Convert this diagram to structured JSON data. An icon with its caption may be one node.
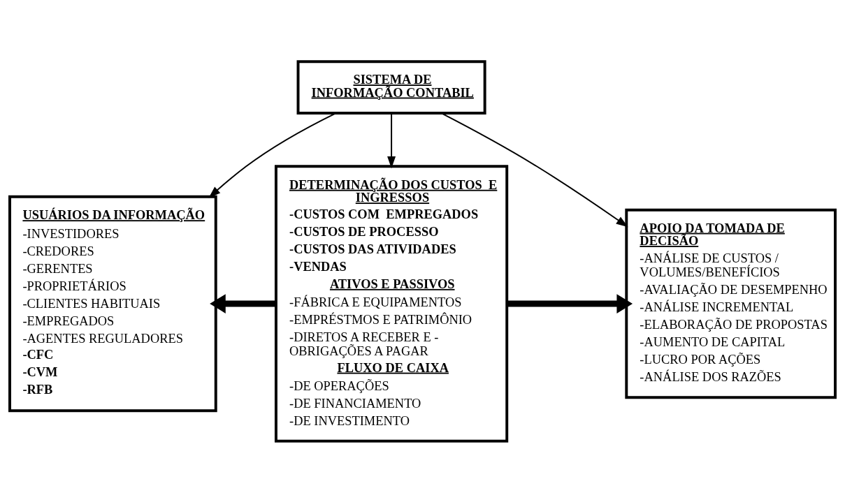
{
  "diagram": {
    "nodes": [
      {
        "text": [
          "SISTEMA DE INFORMAÇÃO CONTABIL"
        ]
      },
      {
        "text": [
          "USUÁRIOS DA INFORMAÇÃO",
          "-INVESTIDORES",
          "-CREDORES",
          "-GERENTES",
          "-PROPRIETÁRIOS",
          "-CLIENTES HABITUAIS",
          "-EMPREGADOS",
          "-AGENTES REGULADORES",
          "-CFC",
          "-CVM",
          "-RFB"
        ]
      },
      {
        "text": [
          "DETERMINAÇÃO DOS CUSTOS  E INGRESSOS",
          "-CUSTOS COM  EMPREGADOS",
          "-CUSTOS DE PROCESSO",
          "-CUSTOS DAS ATIVIDADES",
          "-VENDAS",
          "ATIVOS E PASSIVOS",
          "-FÁBRICA E EQUIPAMENTOS",
          "-EMPRÉSTMOS E PATRIMÔNIO",
          "-DIRETOS A RECEBER E - OBRIGAÇÕES A PAGAR",
          "FLUXO DE CAIXA",
          "-DE OPERAÇÕES",
          "-DE FINANCIAMENTO",
          "-DE INVESTIMENTO"
        ]
      },
      {
        "text": [
          "APOIO DA TOMADA DE DECISÃO",
          "-ANÁLISE DE CUSTOS / VOLUMES/BENEFÍCIOS",
          "-AVALIAÇÃO DE DESEMPENHO",
          "-ANÁLISE INCREMENTAL",
          "-ELABORAÇÃO DE PROPOSTAS",
          "-AUMENTO DE CAPITAL",
          "-LUCRO POR AÇÕES",
          "-ANÁLISE DOS RAZÕES"
        ]
      }
    ],
    "edges": [
      {
        "from": 0,
        "to": 1,
        "arrow": "to"
      },
      {
        "from": 0,
        "to": 2,
        "arrow": "to"
      },
      {
        "from": 0,
        "to": 3,
        "arrow": "to"
      },
      {
        "from": 2,
        "to": 1,
        "arrow": "to",
        "style": "thick"
      },
      {
        "from": 2,
        "to": 3,
        "arrow": "to",
        "style": "thick"
      }
    ]
  }
}
